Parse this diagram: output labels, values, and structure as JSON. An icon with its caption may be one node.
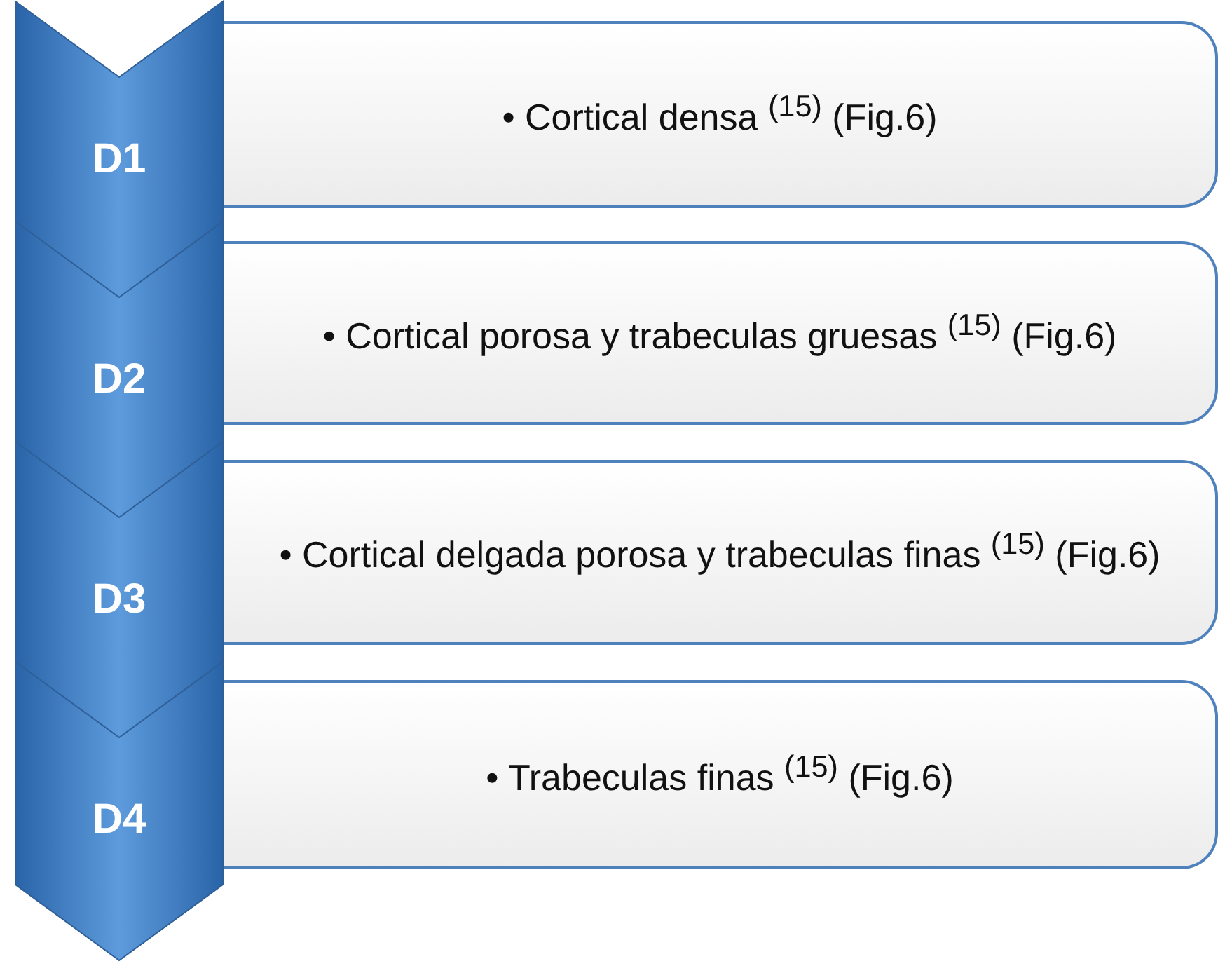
{
  "diagram": {
    "nodes": [
      {
        "text": [
          "D1"
        ]
      },
      {
        "text": [
          "• Cortical densa $^{(15)}$ (Fig.6)"
        ]
      },
      {
        "text": [
          "D2"
        ]
      },
      {
        "text": [
          "• Cortical porosa y trabeculas gruesas $^{(15)}$  (Fig.6)"
        ]
      },
      {
        "text": [
          "D3"
        ]
      },
      {
        "text": [
          "• Cortical delgada porosa y trabeculas finas $^{(15)}$ (Fig.6)"
        ]
      },
      {
        "text": [
          "D4"
        ]
      },
      {
        "text": [
          "• Trabeculas finas $^{(15)}$  (Fig.6)"
        ]
      }
    ]
  }
}
